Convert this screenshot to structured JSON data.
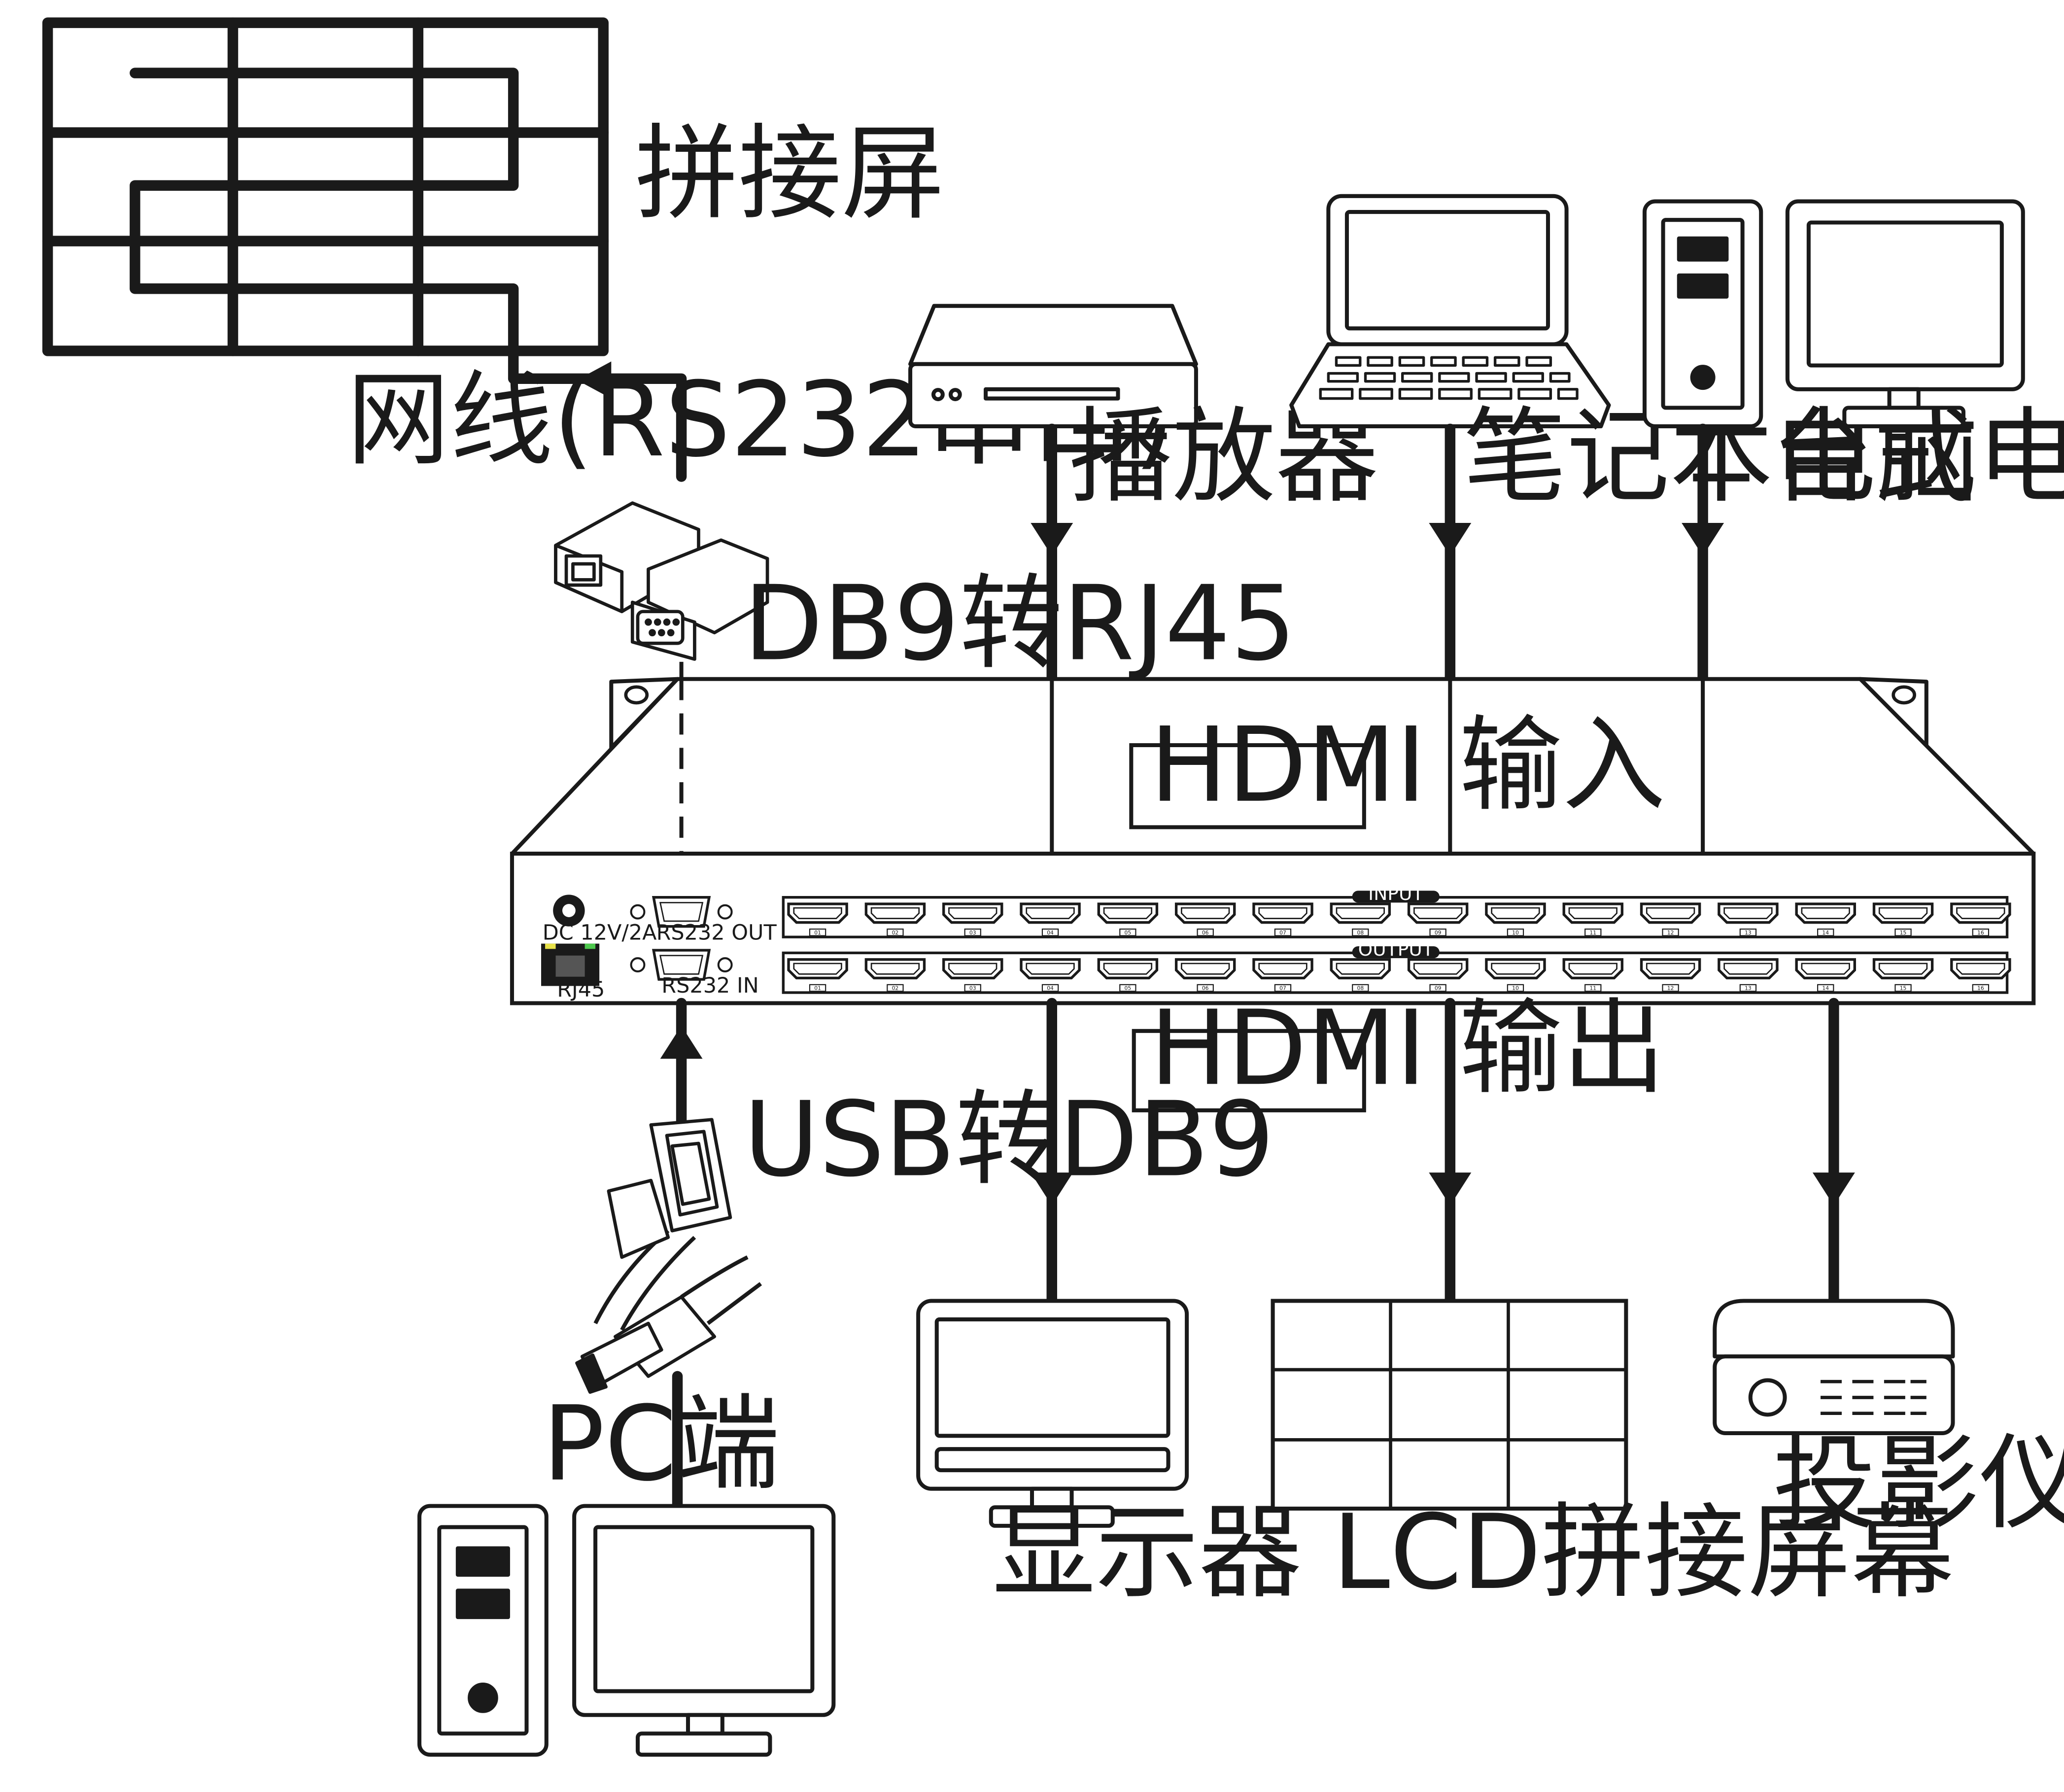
{
  "labels": {
    "splice_screen": "拼接屏",
    "network_cable": "网线(RS232串口)",
    "db9_to_rj45": "DB9转RJ45",
    "player": "播放器",
    "laptop": "笔记本电脑",
    "desktop": "台式电脑",
    "hdmi_input": "HDMI 输入",
    "hdmi_output": "HDMI 输出",
    "usb_to_db9": "USB转DB9",
    "pc_end": "PC端",
    "monitor": "显示器",
    "lcd_wall": "LCD拼接屏幕",
    "projector": "投影仪"
  },
  "panel": {
    "power_label": "DC 12V/2A",
    "rj45_label": "RJ45",
    "rs232_out_label": "RS232 OUT",
    "rs232_in_label": "RS232 IN",
    "input_pill": "INPUT",
    "output_pill": "OUTPUT",
    "port_numbers": [
      "01",
      "02",
      "03",
      "04",
      "05",
      "06",
      "07",
      "08",
      "09",
      "10",
      "11",
      "12",
      "13",
      "14",
      "15",
      "16"
    ]
  }
}
